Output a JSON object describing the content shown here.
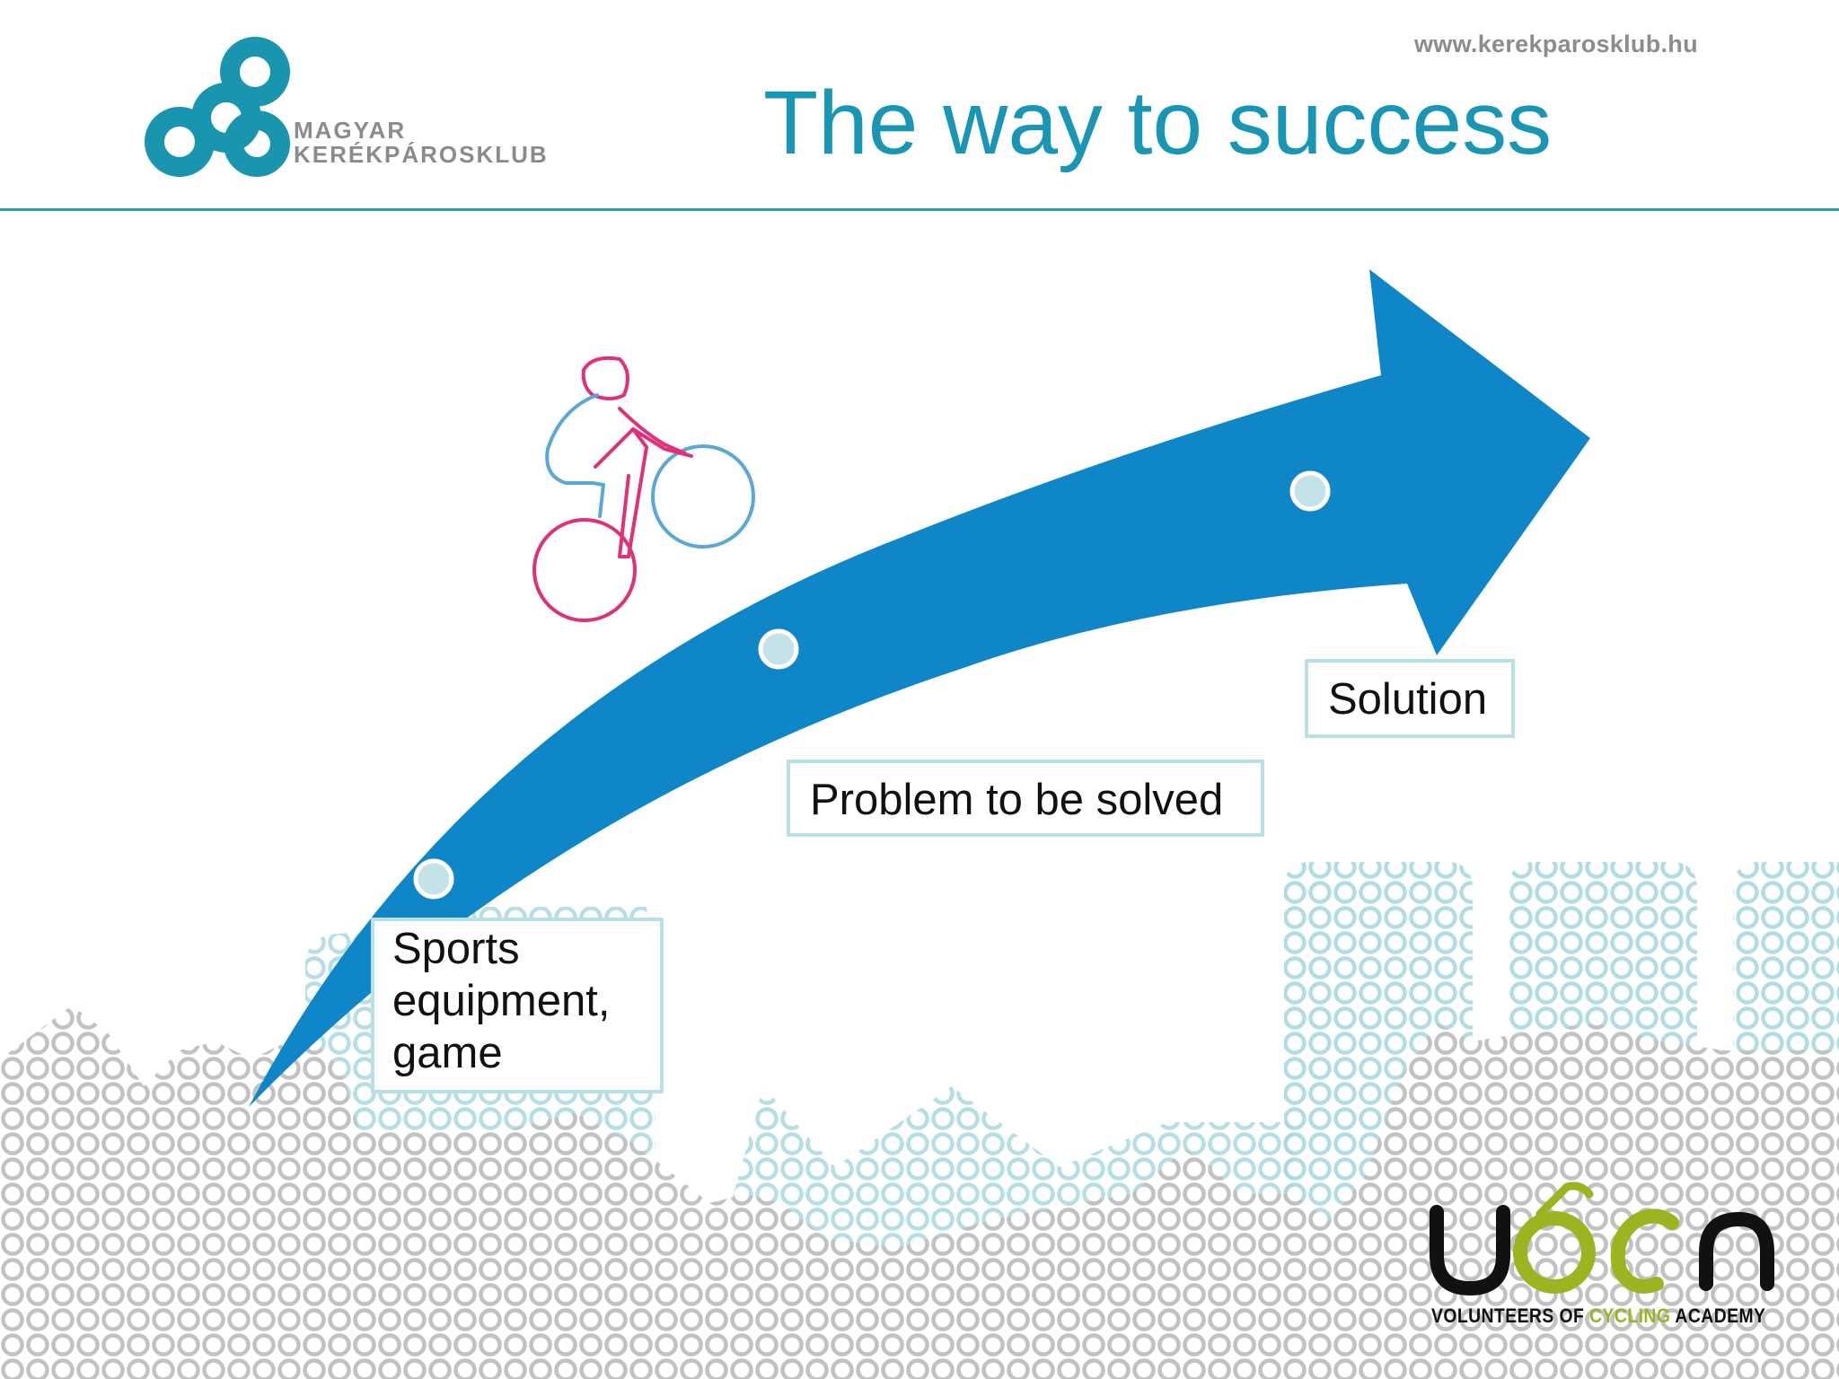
{
  "header": {
    "url": "www.kerekparosklub.hu",
    "title": "The way to success",
    "brand": {
      "line1": "MAGYAR",
      "line2": "KERÉKPÁROSKLUB",
      "icon": "three-linked-rings-logo"
    }
  },
  "diagram": {
    "type": "rising-arrow-process",
    "arrow_color": "#0e86c8",
    "stages": [
      {
        "label": "Sports equipment, game"
      },
      {
        "label": "Problem to be solved"
      },
      {
        "label": "Solution"
      }
    ],
    "illustration": "cyclist-climbing-icon"
  },
  "footer": {
    "partner_logo": {
      "word1": "VOLUNTEERS OF",
      "word2": "CYCLING",
      "word3": "ACADEMY",
      "icon": "vca-bicycle-logo"
    }
  },
  "colors": {
    "accent": "#1896b4",
    "dots_gray": "#c2c2c2",
    "dots_teal": "#a8d8e0",
    "node_fill": "#c4e2e8",
    "pink": "#e0307a",
    "light_blue": "#5aa8d8",
    "lime": "#9ab520"
  }
}
